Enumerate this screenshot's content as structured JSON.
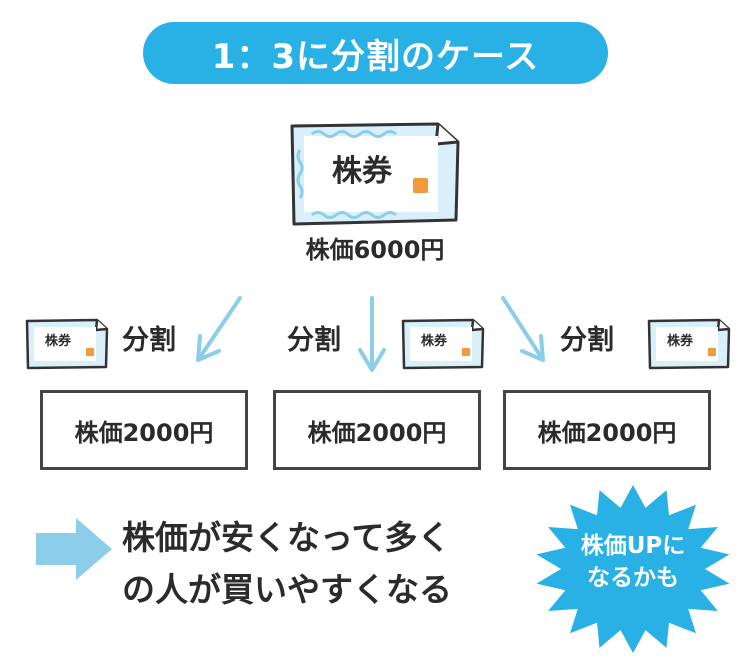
{
  "title": "1：3に分割のケース",
  "certificate_label": "株券",
  "original_price": "株価6000円",
  "split_label": "分割",
  "split_prices": [
    "株価2000円",
    "株価2000円",
    "株価2000円"
  ],
  "result": {
    "line1": "株価が安くなって多く",
    "line2": "の人が買いやすくなる"
  },
  "burst": {
    "line1": "株価UPに",
    "line2": "なるかも"
  },
  "colors": {
    "accent_blue": "#29b1e6",
    "light_blue": "#8ccdea",
    "certificate_fill": "#d9eff9",
    "stamp_orange": "#f39a3c",
    "outline": "#333333"
  }
}
